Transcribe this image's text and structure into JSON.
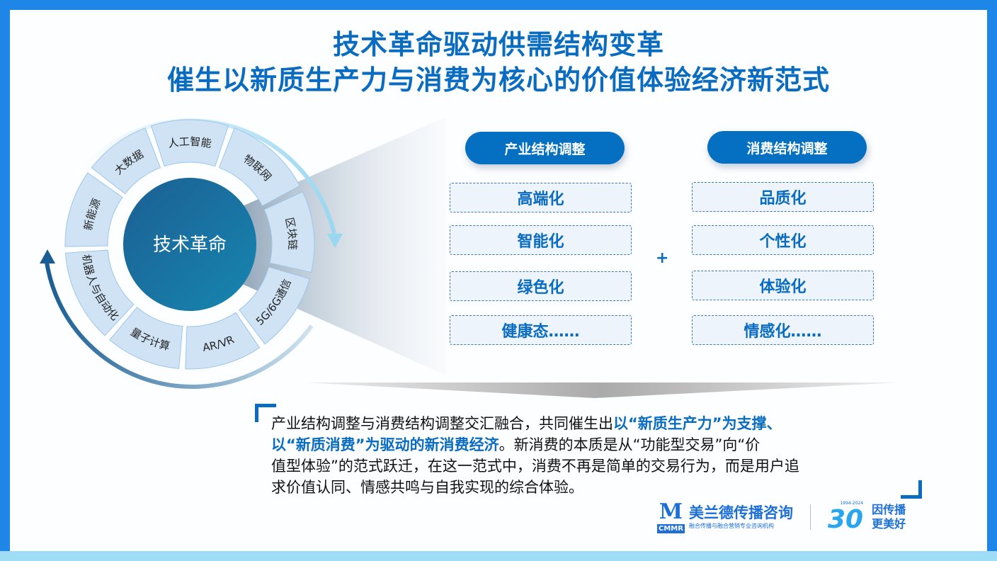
{
  "title": {
    "line1": "技术革命驱动供需结构变革",
    "line2": "催生以新质生产力与消费为核心的价值体验经济新范式"
  },
  "ring": {
    "center": "技术革命",
    "segments": [
      "人工智能",
      "物联网",
      "区块链",
      "5G/6G通信",
      "AR/VR",
      "量子计算",
      "机器人与自动化",
      "新能源",
      "大数据"
    ]
  },
  "industry": {
    "header": "产业结构调整",
    "items": [
      "高端化",
      "智能化",
      "绿色化",
      "健康态……"
    ]
  },
  "consumption": {
    "header": "消费结构调整",
    "items": [
      "品质化",
      "个性化",
      "体验化",
      "情感化……"
    ]
  },
  "plus": "+",
  "paragraph": {
    "s1": "产业结构调整与消费结构调整交汇融合，共同催生出",
    "b1": "以“新质生产力”为支撑、",
    "b2": "以“新质消费”为驱动的新消费经济",
    "s2": "。新消费的本质是从“功能型交易”向“价",
    "s3": "值型体验”的范式跃迁，在这一范式中，消费不再是简单的交易行为，而是用户追",
    "s4": "求价值认同、情感共鸣与自我实现的综合体验。"
  },
  "logo": {
    "mark": "M",
    "abbr": "CMMR",
    "name": "美兰德传播咨询",
    "tagline": "融合传播与融合营销专业咨询机构",
    "anniversary": "30",
    "years": "1994-2024",
    "slogan1": "因传播",
    "slogan2": "更美好"
  },
  "colors": {
    "primary": "#0a6cc0",
    "frame": "#1e86e6"
  }
}
